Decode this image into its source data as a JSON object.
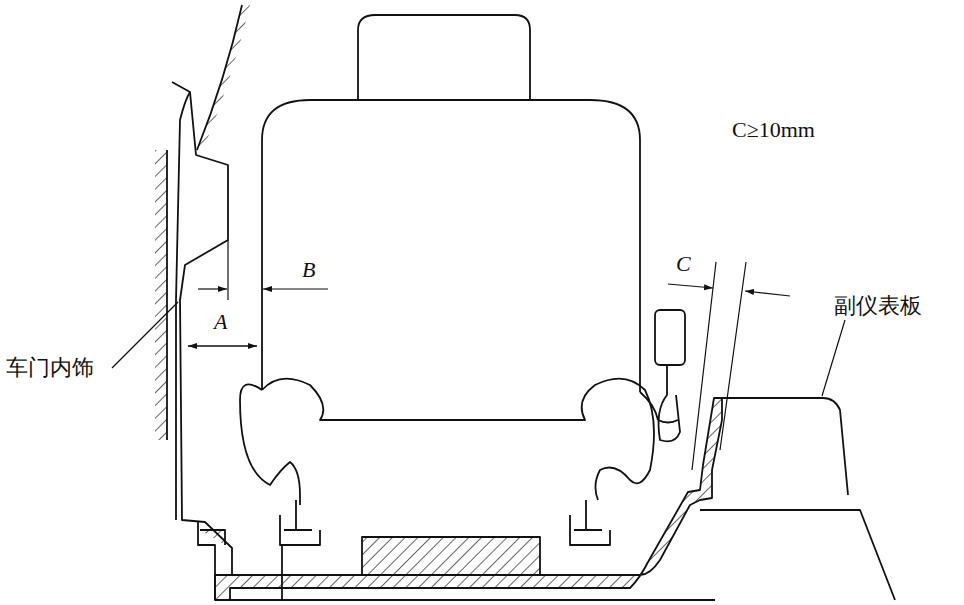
{
  "diagram": {
    "labels": [
      "C≥10mm",
      "B",
      "C",
      "A",
      "副仪表板",
      "车门内饰"
    ]
  }
}
